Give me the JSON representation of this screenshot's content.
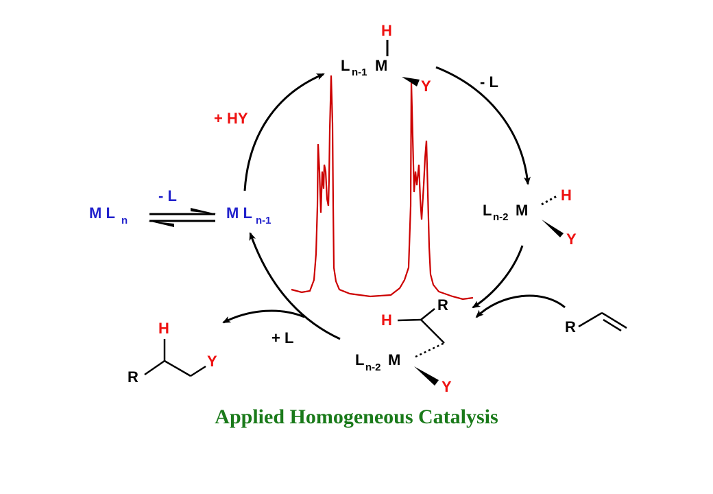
{
  "colors": {
    "black": "#000000",
    "red": "#ee1111",
    "blue": "#2222cc",
    "green": "#1a7a1a",
    "spectrum": "#cc0000"
  },
  "title": "Applied Homogeneous Catalysis",
  "species": {
    "top": {
      "metal": "L",
      "sub": "n-1",
      "m": "M",
      "h": "H",
      "y": "Y"
    },
    "right": {
      "metal": "L",
      "sub": "n-2",
      "m": "M",
      "h": "H",
      "y": "Y"
    },
    "bottom": {
      "metal": "L",
      "sub": "n-2",
      "m": "M",
      "h": "H",
      "r": "R",
      "y": "Y"
    },
    "left_free": {
      "m": "M L",
      "sub": "n"
    },
    "left_cat": {
      "m": "M L",
      "sub": "n-1"
    }
  },
  "reagents": {
    "plus_hy": "+  HY",
    "minus_l_top": "- L",
    "minus_l_left": "- L",
    "plus_l": "+ L",
    "alkene_r": "R",
    "product_h": "H",
    "product_y": "Y",
    "product_r": "R"
  }
}
